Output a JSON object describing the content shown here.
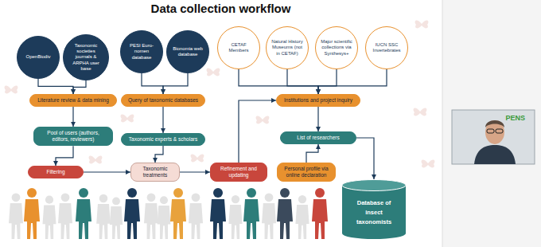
{
  "diagram": {
    "title": "Data collection workflow",
    "nodes": [
      {
        "text": [
          "OpenBiodiv"
        ]
      },
      {
        "text": [
          "Taxonomic societies journals & ARPHA user base"
        ]
      },
      {
        "text": [
          "PESI Euro-nomen database"
        ]
      },
      {
        "text": [
          "Bionomia web database"
        ]
      },
      {
        "text": [
          "CETAF Members"
        ]
      },
      {
        "text": [
          "Natural History Museums (not in CETAF)"
        ]
      },
      {
        "text": [
          "Major scientific collections via Synthesys+"
        ]
      },
      {
        "text": [
          "IUCN SSC Invertebrates"
        ]
      },
      {
        "text": [
          "Literature review & data mining"
        ]
      },
      {
        "text": [
          "Query of taxonomic databases"
        ]
      },
      {
        "text": [
          "Institutions and project inquiry"
        ]
      },
      {
        "text": [
          "Pool of users (authors, editors, reviewers)"
        ]
      },
      {
        "text": [
          "Taxonomic experts & scholars"
        ]
      },
      {
        "text": [
          "List of researchers"
        ]
      },
      {
        "text": [
          "Filtering"
        ]
      },
      {
        "text": [
          "Taxonomic treatments"
        ]
      },
      {
        "text": [
          "Refinement and updating"
        ]
      },
      {
        "text": [
          "Personal profile via online declaration"
        ]
      },
      {
        "text": [
          "Database of insect taxonomists"
        ]
      }
    ],
    "edges": [
      {
        "from": 0,
        "to": 8,
        "arrow": "to"
      },
      {
        "from": 1,
        "to": 8,
        "arrow": "to"
      },
      {
        "from": 2,
        "to": 9,
        "arrow": "to"
      },
      {
        "from": 3,
        "to": 9,
        "arrow": "to"
      },
      {
        "from": 4,
        "to": 10,
        "arrow": "to"
      },
      {
        "from": 5,
        "to": 10,
        "arrow": "to"
      },
      {
        "from": 6,
        "to": 10,
        "arrow": "to"
      },
      {
        "from": 7,
        "to": 10,
        "arrow": "to"
      },
      {
        "from": 8,
        "to": 11,
        "arrow": "to"
      },
      {
        "from": 9,
        "to": 12,
        "arrow": "to"
      },
      {
        "from": 10,
        "to": 13,
        "arrow": "to"
      },
      {
        "from": 11,
        "to": 14,
        "arrow": "to"
      },
      {
        "from": 14,
        "to": 15,
        "arrow": "to"
      },
      {
        "from": 12,
        "to": 15,
        "arrow": "to"
      },
      {
        "from": 15,
        "to": 16,
        "arrow": "to"
      },
      {
        "from": 16,
        "to": 10,
        "arrow": "to"
      },
      {
        "from": 17,
        "to": 13,
        "arrow": "to"
      },
      {
        "from": 13,
        "to": 18,
        "arrow": "to"
      }
    ],
    "labels": [
      "PENS"
    ]
  }
}
